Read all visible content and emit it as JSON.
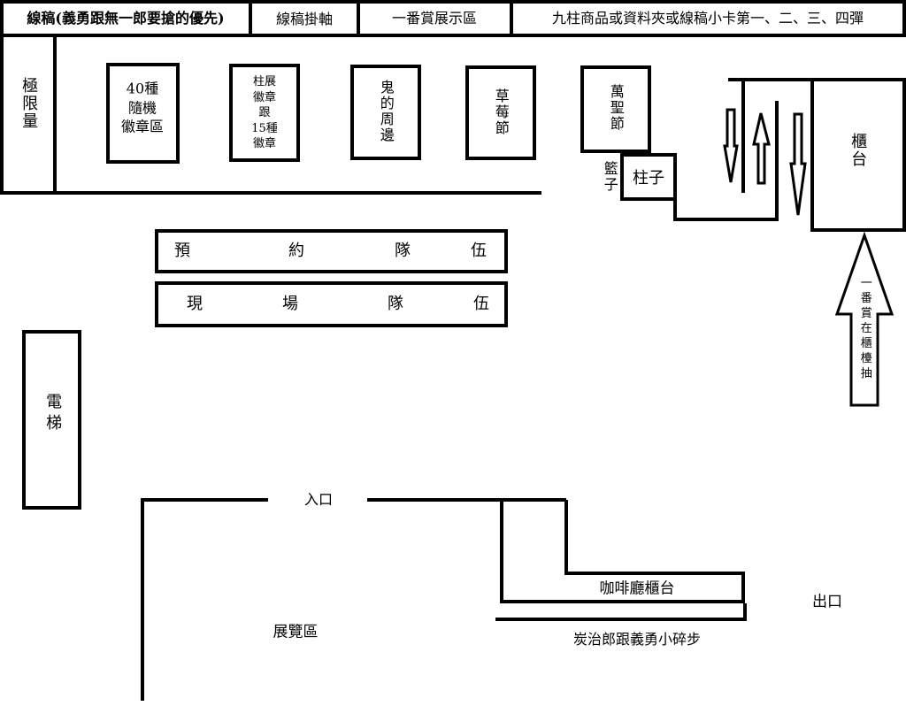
{
  "header": {
    "cells": [
      "線稿(義勇跟無一郎要搶的優先)",
      "線稿掛軸",
      "一番賞展示區",
      "九柱商品或資料夾或線稿小卡第一、二、三、四彈"
    ]
  },
  "zones": {
    "limited": "極限量",
    "random_badges": "40種\n隨機\n徽章區",
    "pillar_badges": "柱展\n徽章\n跟\n15種\n徽章",
    "demon_goods": "鬼的周邊",
    "strawberry": "草莓節",
    "halloween": "萬聖節",
    "basket": "籃子",
    "pillar": "柱子",
    "counter": "櫃台",
    "ichiban_note": "一番賞在櫃檯抽",
    "reserved_queue": [
      "預",
      "約",
      "隊",
      "伍"
    ],
    "onsite_queue": [
      "現",
      "場",
      "隊",
      "伍"
    ],
    "elevator": "電梯",
    "entrance": "入口",
    "cafe_counter": "咖啡廳櫃台",
    "exhibit": "展覽區",
    "exit": "出口",
    "cafe_note": "炭治郎跟義勇小碎步"
  },
  "colors": {
    "line": "#000000",
    "background": "#ffffff"
  }
}
